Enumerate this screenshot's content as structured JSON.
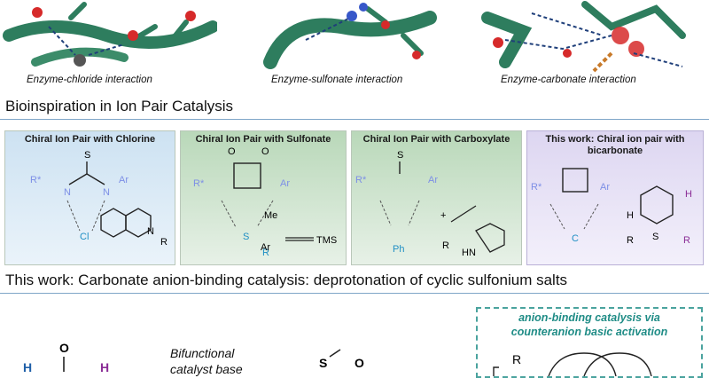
{
  "captions": {
    "chloride": "Enzyme-chloride interaction",
    "sulfonate": "Enzyme-sulfonate interaction",
    "carbonate": "Enzyme-carbonate interaction"
  },
  "section1_title": "Bioinspiration in Ion Pair Catalysis",
  "panels": [
    {
      "title": "Chiral Ion Pair with Chlorine"
    },
    {
      "title": "Chiral Ion Pair with Sulfonate"
    },
    {
      "title": "Chiral Ion Pair with Carboxylate"
    },
    {
      "title_line1": "This work: Chiral ion pair with",
      "title_line2": "bicarbonate"
    }
  ],
  "section2_title": "This work: Carbonate anion-binding catalysis: deprotonation of cyclic sulfonium salts",
  "bottom": {
    "bifunctional_line1": "Bifunctional",
    "bifunctional_line2": "catalyst base",
    "dash_line1": "anion-binding catalysis via",
    "dash_line2": "counteranion basic activation"
  },
  "chem_labels": {
    "S": "S",
    "N": "N",
    "H": "H",
    "O": "O",
    "C": "C",
    "Ar": "Ar",
    "R": "R",
    "R_star": "R*",
    "Cl": "Cl",
    "Me": "Me",
    "TMS": "TMS",
    "Ph": "Ph",
    "HN": "HN",
    "plus": "+",
    "minus": "−"
  },
  "colors": {
    "protein_green": "#2e7d5e",
    "oxygen_red": "#d62a2a",
    "anion_blue": "#1f8fc4",
    "rstar_blue": "#7d8fe6",
    "panel1_bg": "#d6e8f4",
    "panel234_bg": "#cfe3cf",
    "panel4_bg": "#e6e1f4",
    "accent_teal": "#1f8c86",
    "purple": "#8a2c96"
  }
}
